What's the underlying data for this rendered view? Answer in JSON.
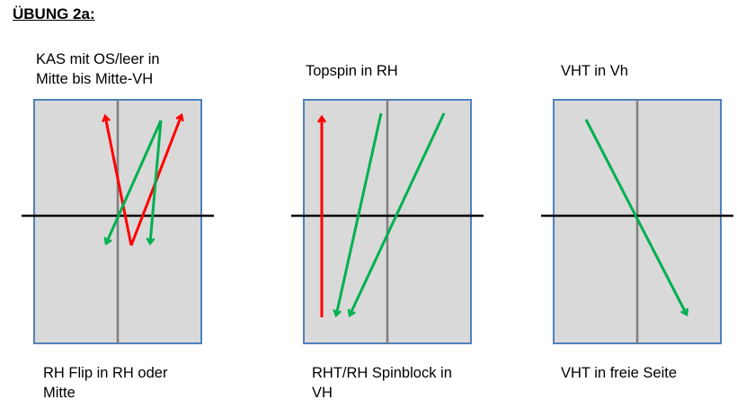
{
  "title": "ÜBUNG 2a:",
  "panels": [
    {
      "top_line1": "KAS mit OS/leer in",
      "top_line2": "Mitte bis Mitte-VH",
      "bottom_line1": "RH Flip in RH oder",
      "bottom_line2": "Mitte"
    },
    {
      "top_line1": "Topspin in RH",
      "top_line2": "",
      "bottom_line1": "RHT/RH Spinblock in",
      "bottom_line2": "VH"
    },
    {
      "top_line1": "VHT in Vh",
      "top_line2": "",
      "bottom_line1": "VHT in freie Seite",
      "bottom_line2": ""
    }
  ],
  "colors": {
    "table_fill": "#d9d9d9",
    "table_border": "#4f81bd",
    "center_line": "#7f7f7f",
    "net": "#000000",
    "red_arrow": "#ff0000",
    "green_arrow": "#00b050"
  }
}
